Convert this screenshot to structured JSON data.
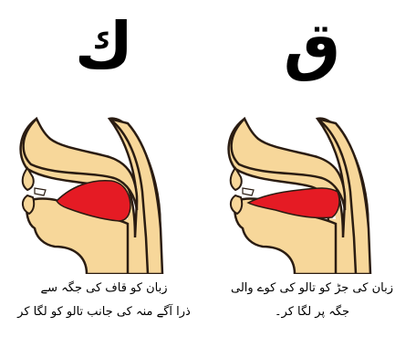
{
  "letters": {
    "left": "ك",
    "right": "ق"
  },
  "captions": {
    "left": {
      "line1": "زبان کو قاف کی جگہ سے",
      "line2": "ذرا آگے منہ کی جانب تالو کو لگا کر"
    },
    "right": {
      "line1": "زبان کی جڑ کو تالو کی کوے والی",
      "line2": "جگہ پر لگا کر۔"
    }
  },
  "colors": {
    "skin": "#f7d79a",
    "outline": "#2a1c12",
    "tongue": "#e51b24",
    "cavity": "#ffffff"
  },
  "icons": {
    "diagram": "vocal-tract-icon"
  }
}
